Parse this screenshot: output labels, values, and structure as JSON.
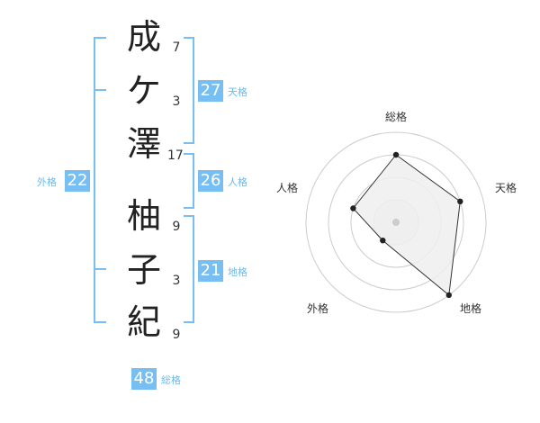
{
  "surname": [
    {
      "char": "成",
      "strokes": "7"
    },
    {
      "char": "ケ",
      "strokes": "3"
    },
    {
      "char": "澤",
      "strokes": "17"
    }
  ],
  "given": [
    {
      "char": "柚",
      "strokes": "9"
    },
    {
      "char": "子",
      "strokes": "3"
    },
    {
      "char": "紀",
      "strokes": "9"
    }
  ],
  "kakaku": {
    "tenkaku": {
      "value": "27",
      "label": "天格"
    },
    "jinkaku": {
      "value": "26",
      "label": "人格"
    },
    "chikaku": {
      "value": "21",
      "label": "地格"
    },
    "gaikaku": {
      "value": "22",
      "label": "外格"
    },
    "soukaku": {
      "value": "48",
      "label": "総格"
    }
  },
  "chart_data": {
    "type": "radar",
    "axes": [
      "総格",
      "天格",
      "地格",
      "外格",
      "人格"
    ],
    "values": [
      3,
      3,
      4,
      1,
      2
    ],
    "max": 4,
    "rings": 4,
    "colors": {
      "fill": "#efefef",
      "line": "#333333",
      "ring": "#cccccc",
      "center": "#cccccc"
    }
  }
}
